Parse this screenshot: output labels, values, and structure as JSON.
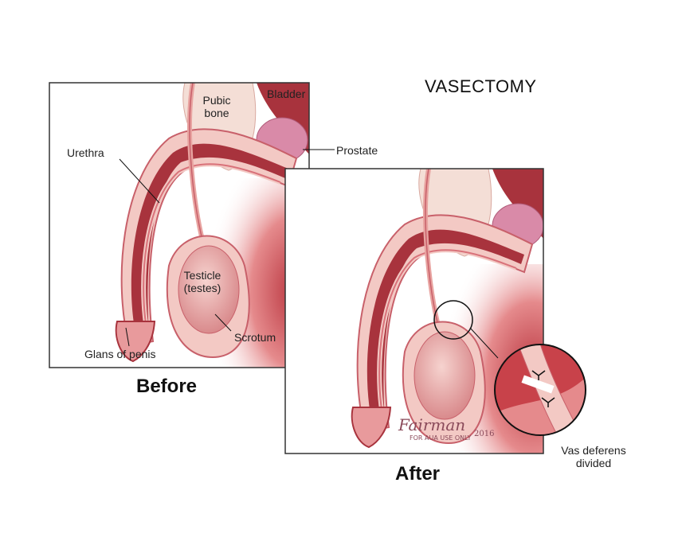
{
  "title": "VASECTOMY",
  "panels": {
    "before": {
      "caption": "Before",
      "labels": {
        "pubic_bone": "Pubic bone",
        "bladder": "Bladder",
        "prostate": "Prostate",
        "urethra": "Urethra",
        "testicle": "Testicle (testes)",
        "scrotum": "Scrotum",
        "glans": "Glans of penis"
      }
    },
    "after": {
      "caption": "After",
      "inset_label": "Vas deferens divided"
    }
  },
  "signature": {
    "name": "Fairman",
    "year": "2016",
    "note": "FOR AUA USE ONLY"
  },
  "colors": {
    "tissue_dark": "#a8333d",
    "tissue_mid": "#d9727a",
    "tissue_light": "#f3c9c4",
    "bone": "#f4ded6",
    "background_red": "#c8424a"
  }
}
